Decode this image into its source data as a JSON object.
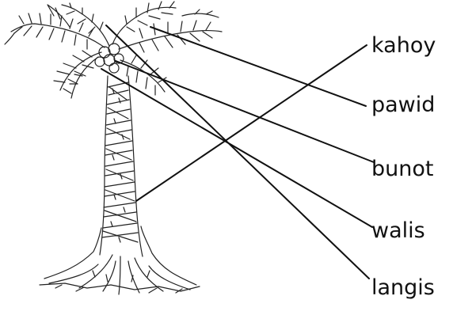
{
  "labels": {
    "kahoy": "kahoy",
    "pawid": "pawid",
    "bunot": "bunot",
    "walis": "walis",
    "langis": "langis"
  },
  "colors": {
    "ink": "#111111",
    "background": "#ffffff"
  }
}
